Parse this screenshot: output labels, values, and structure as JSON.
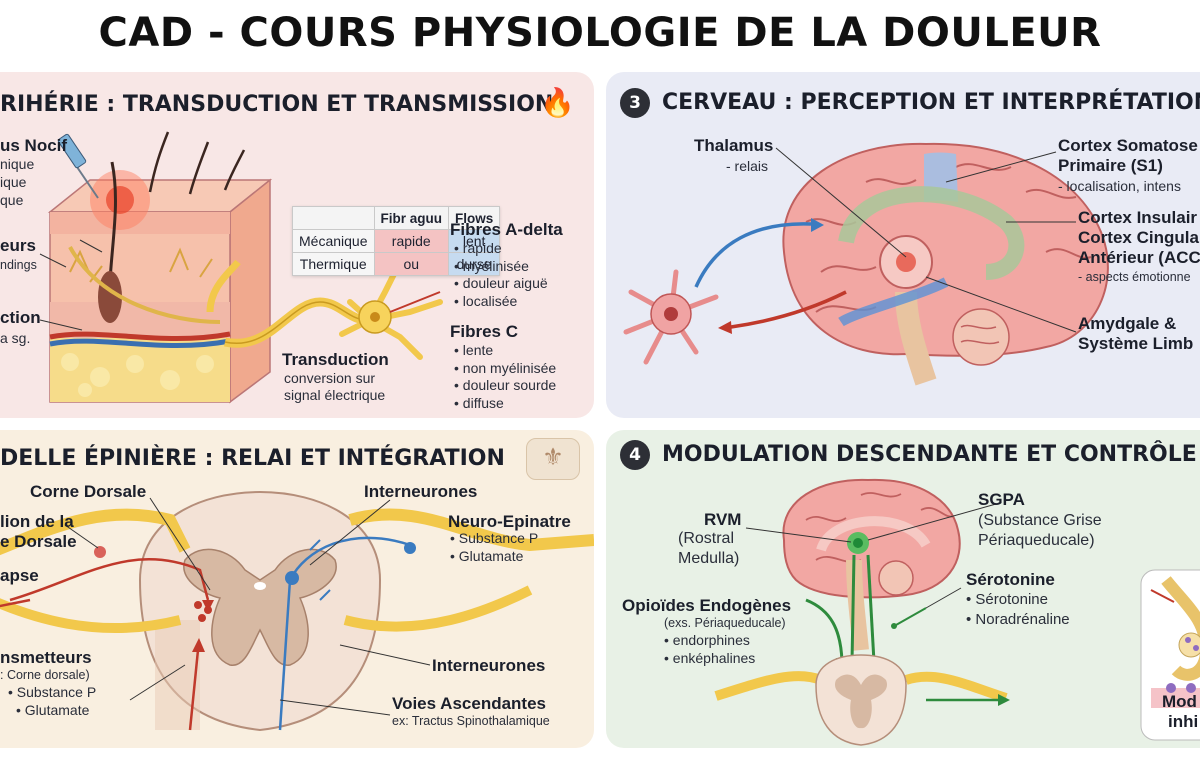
{
  "title": "CAD - COURS PHYSIOLOGIE DE LA DOULEUR",
  "panel1": {
    "heading": "RIHÉRIE : TRANSDUCTION ET TRANSMISSION",
    "stimulus": {
      "title": "us Nocif",
      "lines": [
        "nique",
        "ique",
        "que"
      ]
    },
    "receptors": {
      "title": "eurs",
      "sub": "ndings"
    },
    "conduction": {
      "title": "ction",
      "sub": "a sg."
    },
    "transduction": {
      "title": "Transduction",
      "sub1": "conversion sur",
      "sub2": "signal électrique"
    },
    "table": {
      "headers": [
        "",
        "Fibr aguu",
        "Flows"
      ],
      "rows": [
        [
          "Mécanique",
          "rapide",
          "lent"
        ],
        [
          "Thermique",
          "ou",
          "durse"
        ]
      ]
    },
    "a_delta": {
      "title": "Fibres A-delta",
      "items": [
        "rapide",
        "myélinisée",
        "douleur aiguë",
        "localisée"
      ]
    },
    "c_fibers": {
      "title": "Fibres C",
      "items": [
        "lente",
        "non myélinisée",
        "douleur sourde",
        "diffuse"
      ]
    },
    "icon": "fire-icon"
  },
  "panel2": {
    "number": "3",
    "heading": "CERVEAU : PERCEPTION ET INTERPRÉTATION",
    "thalamus": {
      "title": "Thalamus",
      "sub": "- relais"
    },
    "s1": {
      "title1": "Cortex Somatose",
      "title2": "Primaire (S1)",
      "sub": "- localisation, intens"
    },
    "insula": {
      "line1": "Cortex Insulair",
      "line2": "Cortex Cingula",
      "line3": "Antérieur (ACC",
      "sub": "- aspects émotionne"
    },
    "amygdala": {
      "line1": "Amydgale &",
      "line2": "Système Limb"
    }
  },
  "panel3": {
    "heading": "DELLE ÉPINIÈRE : RELAI ET INTÉGRATION",
    "corne": "Corne Dorsale",
    "ganglion1": "lion de la",
    "ganglion2": "e Dorsale",
    "synapse": "apse",
    "interneurones_top": "Interneurones",
    "neuro": {
      "title": "Neuro-Epinatre",
      "items": [
        "Substance P",
        "Glutamate"
      ]
    },
    "transmitters": {
      "title": "nsmetteurs",
      "sub": ": Corne dorsale)",
      "items": [
        "Substance P",
        "Glutamate"
      ]
    },
    "interneurones_bottom": "Interneurones",
    "voies": {
      "title": "Voies Ascendantes",
      "sub": "ex: Tractus Spinothalamique"
    },
    "icon": "spinal-cross-section-icon"
  },
  "panel4": {
    "number": "4",
    "heading": "MODULATION DESCENDANTE ET CONTRÔLE",
    "rvm": {
      "title": "RVM",
      "line1": "(Rostral",
      "line2": "Medulla)"
    },
    "sgpa": {
      "title": "SGPA",
      "line1": "(Substance Grise",
      "line2": "Périaqueducale)"
    },
    "serotonine": {
      "title": "Sérotonine",
      "items": [
        "Sérotonine",
        "Noradrénaline"
      ]
    },
    "opioides": {
      "title": "Opioïdes Endogènes",
      "sub": "(exs. Périaqueducale)",
      "items": [
        "endorphines",
        "enképhalines"
      ]
    },
    "modul": {
      "line1": "Mod",
      "line2": "inhi"
    }
  },
  "colors": {
    "panel1_bg": "#f8e7e6",
    "panel2_bg": "#e9ebf5",
    "panel3_bg": "#f9efe0",
    "panel4_bg": "#e8f1e6",
    "nerve": "#f2c84b",
    "ascending": "#c0392b",
    "descending": "#2e8b3d",
    "interneuron": "#3a7bc0"
  }
}
